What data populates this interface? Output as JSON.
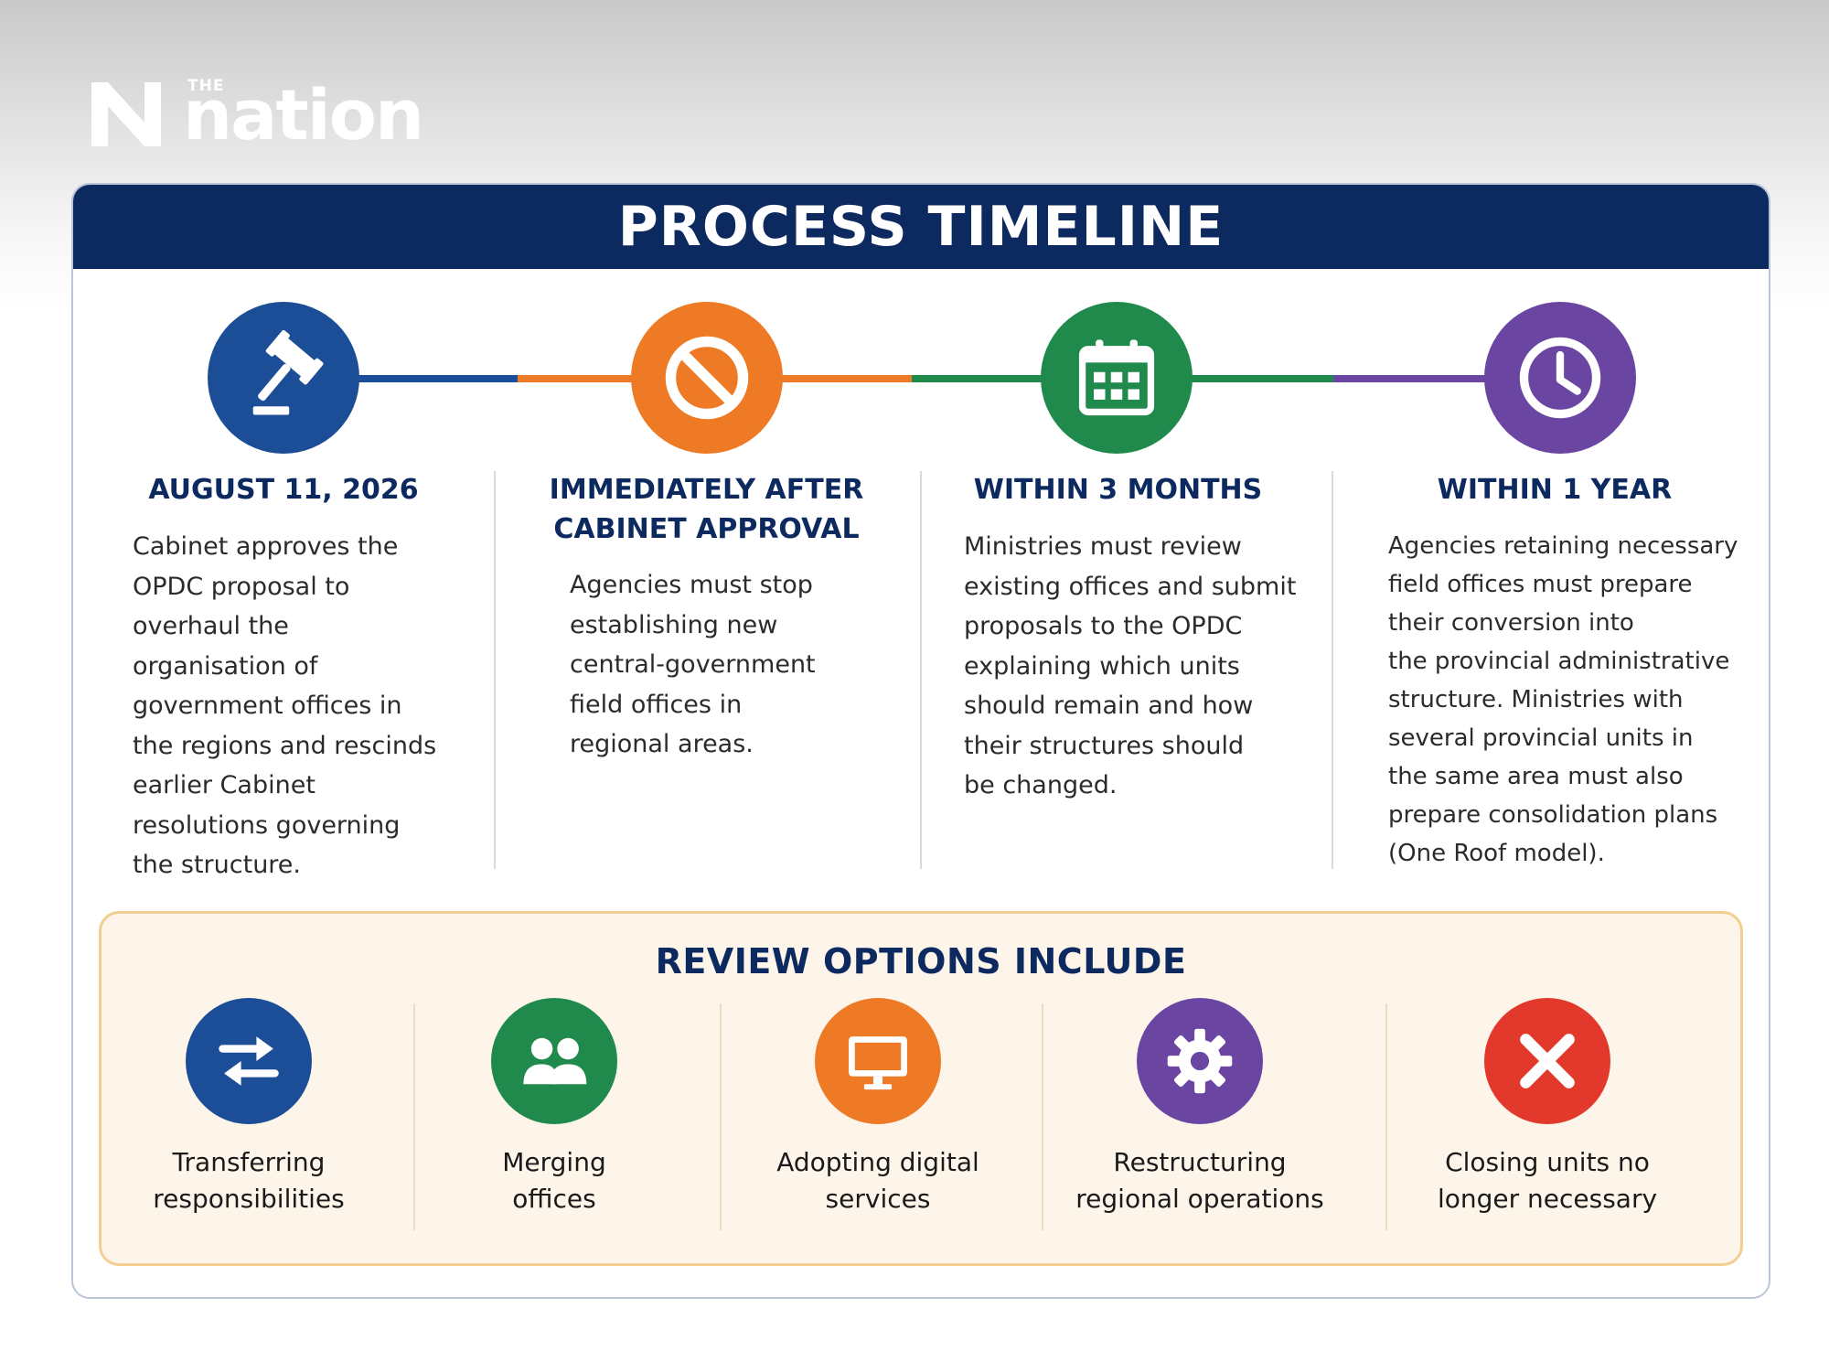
{
  "logo": {
    "small_text": "THE",
    "word": "nation"
  },
  "banner_title": "PROCESS TIMELINE",
  "colors": {
    "navy": "#0d2a60",
    "blue": "#1b4e96",
    "orange": "#ee7a25",
    "green": "#1f8a4c",
    "purple": "#6a45a2",
    "red": "#e2392c"
  },
  "stages": [
    {
      "icon": "gavel-icon",
      "title_lines": [
        "AUGUST 11, 2026"
      ],
      "desc_lines": [
        "Cabinet approves the",
        "OPDC proposal to",
        "overhaul the",
        "organisation of",
        "government offices in",
        "the regions and rescinds",
        "earlier Cabinet",
        "resolutions governing",
        "the structure."
      ]
    },
    {
      "icon": "no-entry-icon",
      "title_lines": [
        "IMMEDIATELY AFTER",
        "CABINET APPROVAL"
      ],
      "desc_lines": [
        "Agencies must stop",
        "establishing new",
        "central-government",
        "field offices in",
        "regional areas."
      ]
    },
    {
      "icon": "calendar-icon",
      "title_lines": [
        "WITHIN 3 MONTHS"
      ],
      "desc_lines": [
        "Ministries must review",
        "existing offices and submit",
        "proposals to the OPDC",
        "explaining which units",
        "should remain and how",
        "their structures should",
        "be changed."
      ]
    },
    {
      "icon": "clock-icon",
      "title_lines": [
        "WITHIN 1 YEAR"
      ],
      "desc_lines": [
        "Agencies retaining necessary",
        "field offices must prepare",
        "their conversion into",
        "the provincial administrative",
        "structure. Ministries with",
        "several provincial units in",
        "the same area must also",
        "prepare consolidation plans",
        "(One Roof model)."
      ]
    }
  ],
  "review": {
    "title": "REVIEW OPTIONS INCLUDE",
    "options": [
      {
        "icon": "transfer-arrows-icon",
        "label_lines": [
          "Transferring",
          "responsibilities"
        ]
      },
      {
        "icon": "people-icon",
        "label_lines": [
          "Merging",
          "offices"
        ]
      },
      {
        "icon": "monitor-icon",
        "label_lines": [
          "Adopting digital",
          "services"
        ]
      },
      {
        "icon": "gear-icon",
        "label_lines": [
          "Restructuring",
          "regional operations"
        ]
      },
      {
        "icon": "close-x-icon",
        "label_lines": [
          "Closing units no",
          "longer necessary"
        ]
      }
    ]
  }
}
